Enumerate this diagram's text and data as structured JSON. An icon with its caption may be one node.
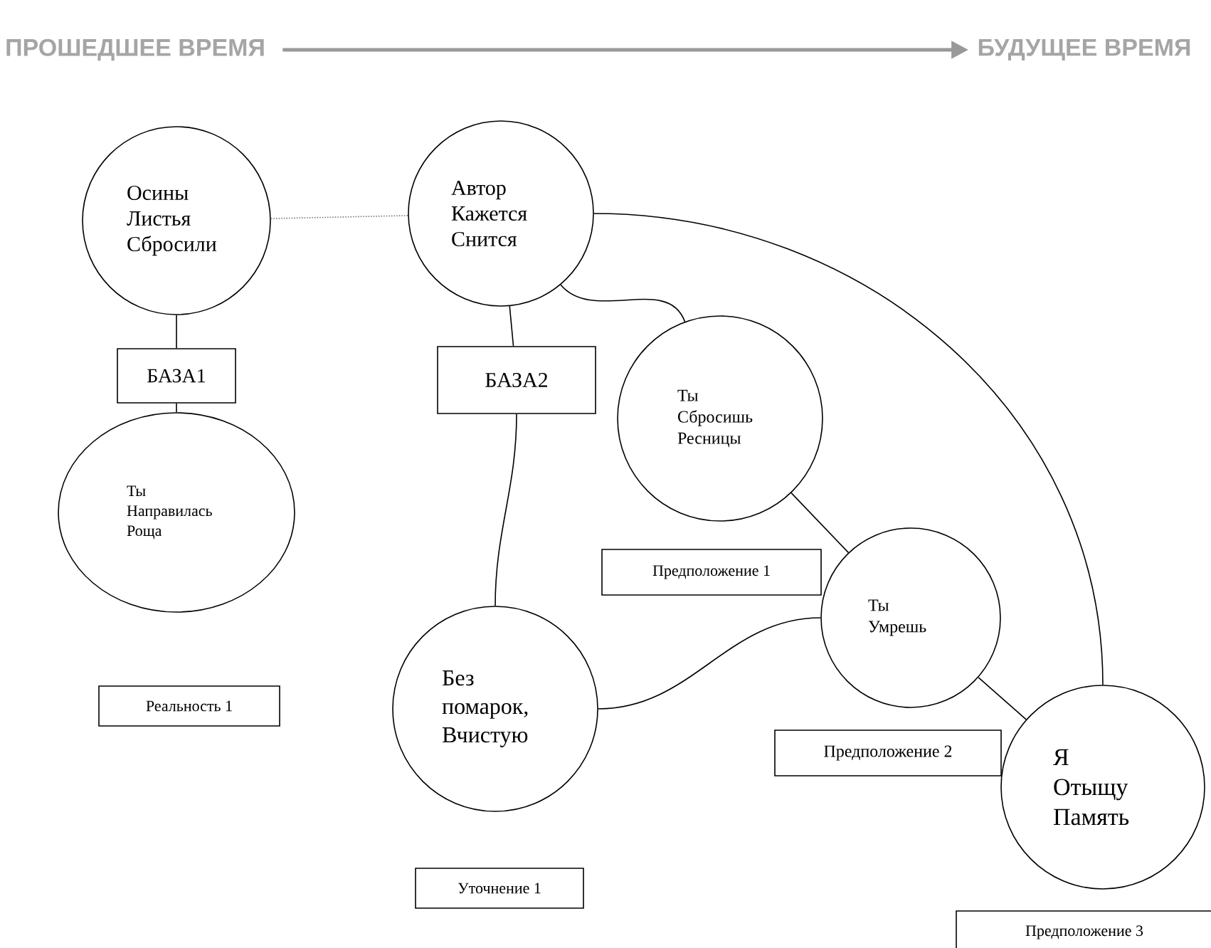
{
  "diagram": {
    "nodes": [
      {
        "text": [
          "ПРОШЕДШЕЕ ВРЕМЯ"
        ]
      },
      {
        "text": [
          "БУДУЩЕЕ ВРЕМЯ"
        ]
      },
      {
        "text": [
          "Осины Листья Сбросили"
        ]
      },
      {
        "text": [
          "Автор Кажется Снится"
        ]
      },
      {
        "text": [
          "БАЗА1"
        ]
      },
      {
        "text": [
          "БАЗА2"
        ]
      },
      {
        "text": [
          "Ты Сбросишь Ресницы"
        ]
      },
      {
        "text": [
          "Ты Направилась Роща"
        ]
      },
      {
        "text": [
          "Предположение 1"
        ]
      },
      {
        "text": [
          "Ты Умрешь"
        ]
      },
      {
        "text": [
          "Без помарок, Вчистую"
        ]
      },
      {
        "text": [
          "Реальность 1"
        ]
      },
      {
        "text": [
          "Предположение 2"
        ]
      },
      {
        "text": [
          "Я Отыщу Память"
        ]
      },
      {
        "text": [
          "Уточнение 1"
        ]
      },
      {
        "text": [
          "Предположение 3"
        ]
      }
    ],
    "edges": [
      {
        "from": 0,
        "to": 1,
        "arrow": "to",
        "style": "thick",
        "color": "#999999"
      },
      {
        "from": 2,
        "to": 3,
        "arrow": "none",
        "style": "dashed",
        "color": "#777777"
      },
      {
        "from": 2,
        "to": 4,
        "arrow": "none"
      },
      {
        "from": 4,
        "to": 7,
        "arrow": "none"
      },
      {
        "from": 3,
        "to": 5,
        "arrow": "none"
      },
      {
        "from": 3,
        "to": 6,
        "arrow": "none"
      },
      {
        "from": 3,
        "to": 13,
        "arrow": "none"
      },
      {
        "from": 5,
        "to": 10,
        "arrow": "none"
      },
      {
        "from": 6,
        "to": 9,
        "arrow": "none"
      },
      {
        "from": 10,
        "to": 9,
        "arrow": "none"
      },
      {
        "from": 9,
        "to": 13,
        "arrow": "none"
      }
    ]
  }
}
